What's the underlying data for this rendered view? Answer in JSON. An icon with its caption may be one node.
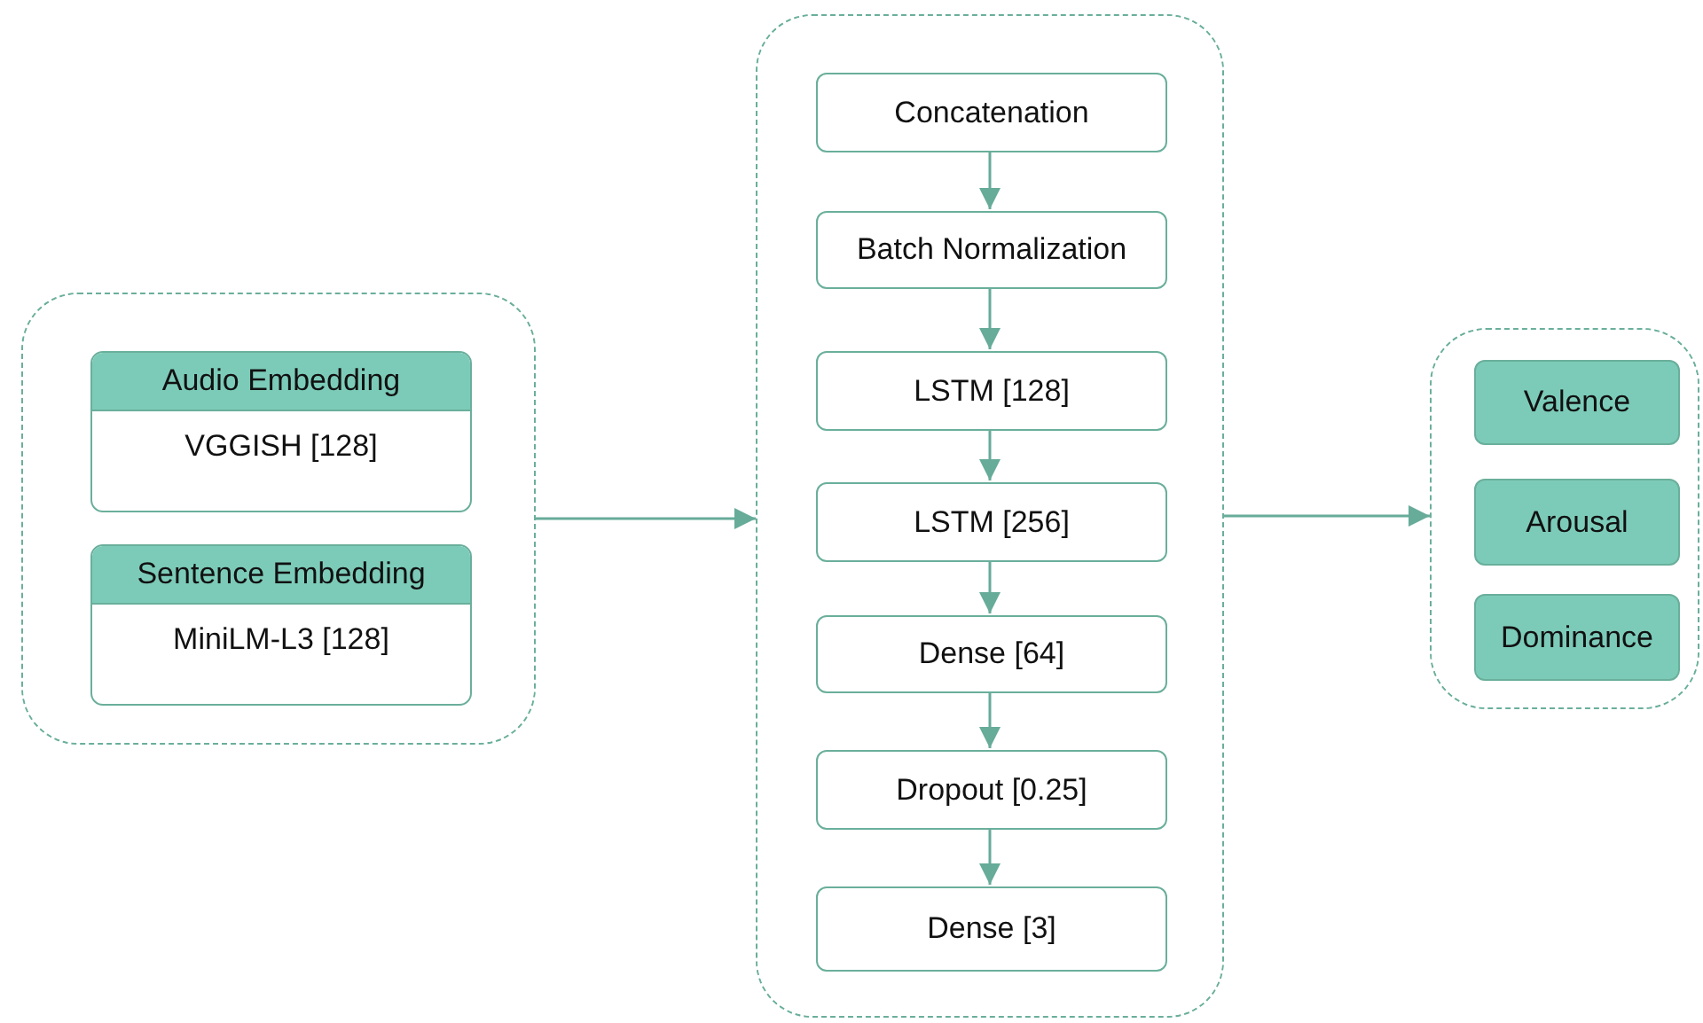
{
  "diagram": {
    "nodes": [
      {
        "text": [],
        "shape": "box"
      },
      {
        "text": [
          "Audio Embedding",
          "VGGISH [128]"
        ],
        "in": 0
      },
      {
        "text": [
          "Sentence Embedding",
          "MiniLM-L3 [128]"
        ],
        "in": 0
      },
      {
        "text": [],
        "shape": "box"
      },
      {
        "text": [
          "Concatenation"
        ],
        "in": 3
      },
      {
        "text": [
          "Batch Normalization"
        ],
        "in": 3
      },
      {
        "text": [
          "LSTM [128]"
        ],
        "in": 3
      },
      {
        "text": [
          "LSTM [256]"
        ],
        "in": 3
      },
      {
        "text": [
          "Dense [64]"
        ],
        "in": 3
      },
      {
        "text": [
          "Dropout [0.25]"
        ],
        "in": 3
      },
      {
        "text": [
          "Dense [3]"
        ],
        "in": 3
      },
      {
        "text": [],
        "shape": "box"
      },
      {
        "text": [
          "Valence"
        ],
        "in": 11
      },
      {
        "text": [
          "Arousal"
        ],
        "in": 11
      },
      {
        "text": [
          "Dominance"
        ],
        "in": 11
      }
    ],
    "edges": [
      {
        "from": 0,
        "to": 3,
        "arrow": "to"
      },
      {
        "from": 4,
        "to": 5,
        "arrow": "to"
      },
      {
        "from": 5,
        "to": 6,
        "arrow": "to"
      },
      {
        "from": 6,
        "to": 7,
        "arrow": "to"
      },
      {
        "from": 7,
        "to": 8,
        "arrow": "to"
      },
      {
        "from": 8,
        "to": 9,
        "arrow": "to"
      },
      {
        "from": 9,
        "to": 10,
        "arrow": "to"
      },
      {
        "from": 3,
        "to": 11,
        "arrow": "to"
      }
    ]
  }
}
